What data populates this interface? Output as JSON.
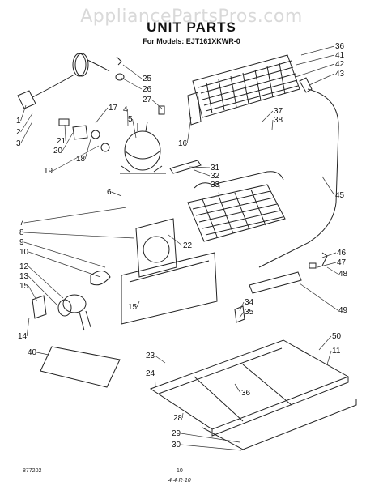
{
  "watermark": "AppliancePartsPros.com",
  "header": {
    "title": "UNIT PARTS",
    "subtitle": "For Models: EJT161XKWR-0"
  },
  "footer": {
    "code": "877202",
    "page": "10",
    "handwritten": "4-4-R-10"
  },
  "callouts": [
    "1",
    "2",
    "3",
    "4",
    "5",
    "6",
    "7",
    "8",
    "9",
    "10",
    "11",
    "12",
    "13",
    "14",
    "15",
    "15",
    "16",
    "17",
    "18",
    "19",
    "20",
    "21",
    "22",
    "23",
    "24",
    "25",
    "26",
    "27",
    "28",
    "29",
    "30",
    "31",
    "32",
    "33",
    "34",
    "35",
    "36",
    "36",
    "37",
    "38",
    "40",
    "41",
    "42",
    "43",
    "45",
    "46",
    "47",
    "48",
    "49",
    "50"
  ]
}
